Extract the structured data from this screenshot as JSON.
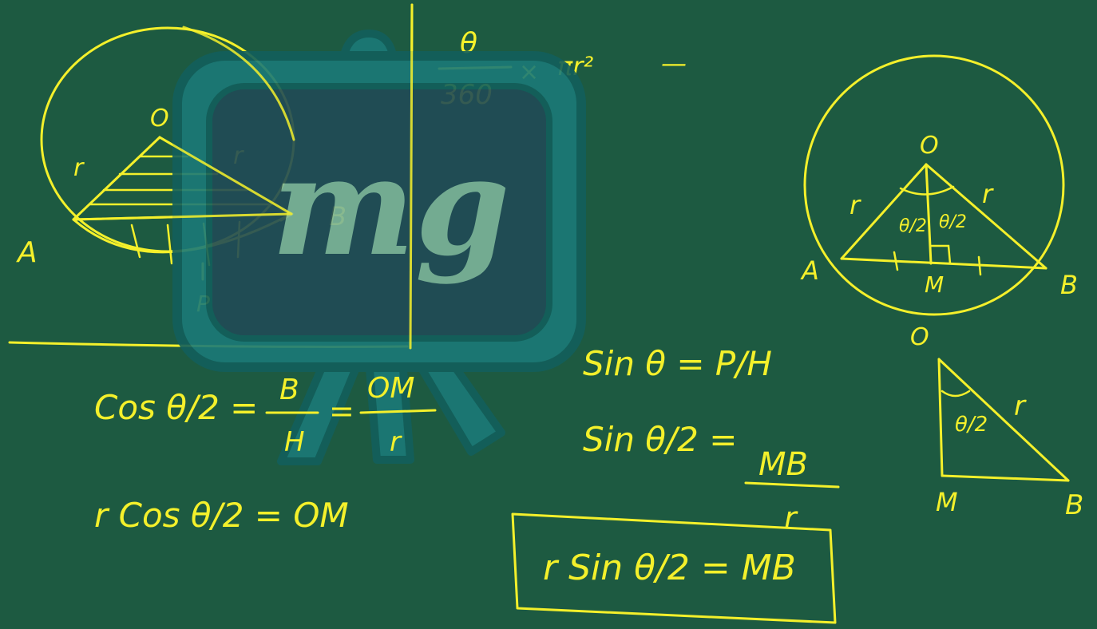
{
  "colors": {
    "board": "#1d5a41",
    "chalk": "#f4f02b",
    "logo_frame": "#1b7a78",
    "logo_frame_dark": "#135f5c",
    "logo_screen": "#214b57",
    "logo_text": "#7db49a"
  },
  "logo": {
    "text": "mg"
  },
  "left_diagram": {
    "O": "O",
    "r_left": "r",
    "r_right": "r",
    "A": "A",
    "B": "B",
    "P": "P"
  },
  "sector_formula": {
    "numerator": "θ",
    "denominator": "360",
    "times": "×",
    "pi_r2": "πr²",
    "dash": "—"
  },
  "eq_cos": {
    "lhs": "Cos θ/2 =",
    "frac1_num": "B",
    "frac1_den": "H",
    "eq": "=",
    "frac2_num": "OM",
    "frac2_den": "r"
  },
  "eq_rcos": {
    "text": "r Cos θ/2 = OM"
  },
  "eq_sin": {
    "text": "Sin θ = P/H"
  },
  "eq_sin_half": {
    "lhs": "Sin θ/2 =",
    "num": "MB",
    "den": "r"
  },
  "eq_boxed": {
    "text": "r Sin θ/2 = MB"
  },
  "right_circle": {
    "O": "O",
    "r_left": "r",
    "r_right": "r",
    "theta_left": "θ/2",
    "theta_right": "θ/2",
    "A": "A",
    "M": "M",
    "B": "B"
  },
  "right_triangle": {
    "O": "O",
    "theta": "θ/2",
    "r": "r",
    "M": "M",
    "B": "B"
  }
}
